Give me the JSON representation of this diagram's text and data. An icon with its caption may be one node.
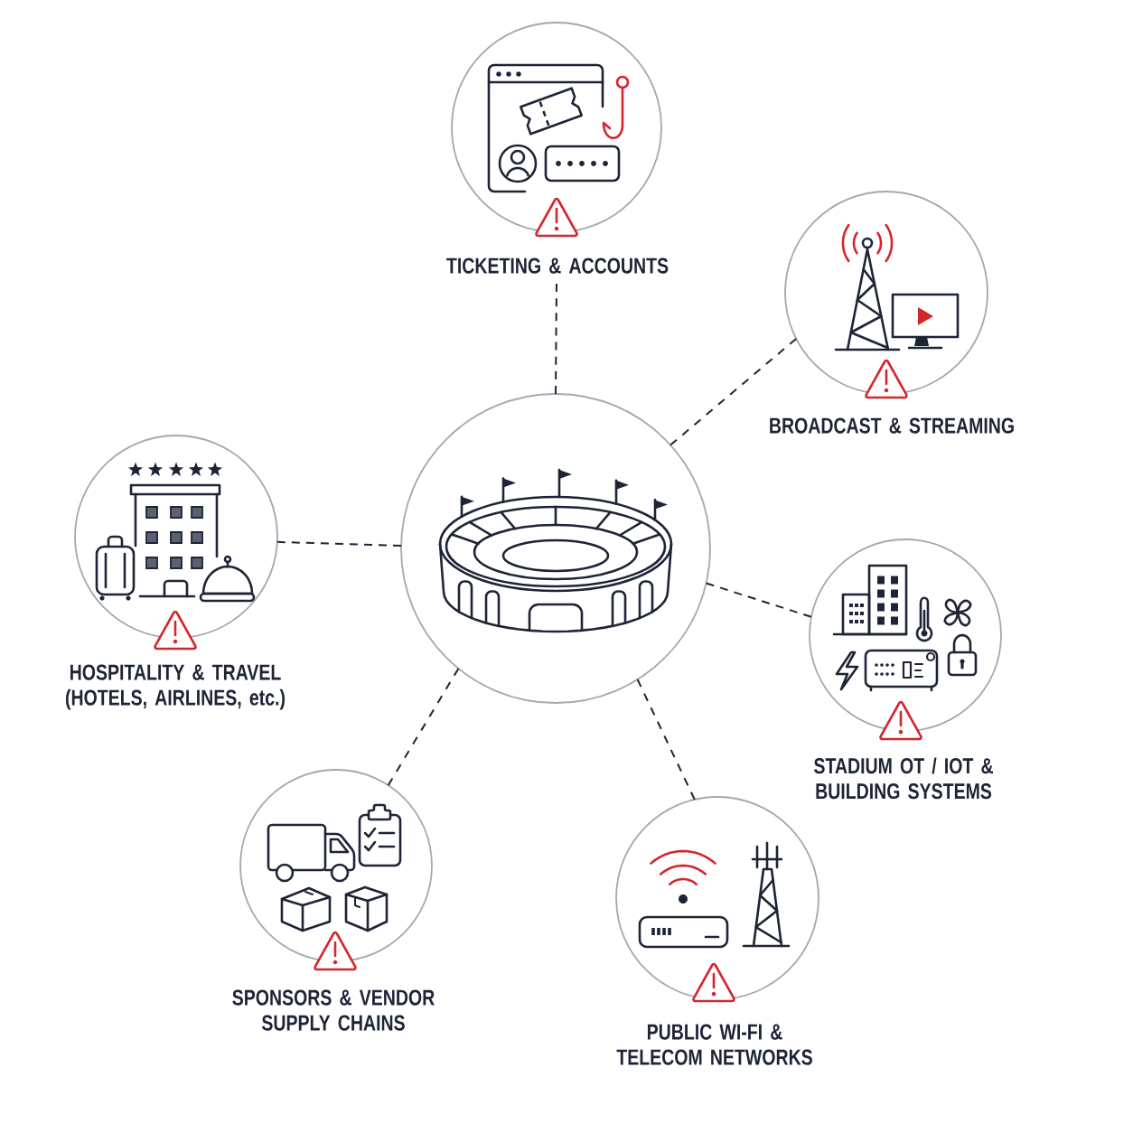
{
  "diagram": {
    "nodes": [
      {
        "text": [],
        "shape": "circle"
      },
      {
        "text": [
          "TICKETING & ACCOUNTS"
        ]
      },
      {
        "text": [
          "BROADCAST & STREAMING"
        ]
      },
      {
        "text": [
          "STADIUM OT / IOT & BUILDING SYSTEMS"
        ]
      },
      {
        "text": [
          "PUBLIC WI-FI & TELECOM NETWORKS"
        ]
      },
      {
        "text": [
          "SPONSORS & VENDOR SUPPLY CHAINS"
        ]
      },
      {
        "text": [
          "HOSPITALITY & TRAVEL (HOTELS, AIRLINES, etc.)"
        ]
      }
    ],
    "edges": [
      {
        "from": 0,
        "to": 1,
        "arrow": "none",
        "style": "dashed"
      },
      {
        "from": 0,
        "to": 2,
        "arrow": "none",
        "style": "dashed"
      },
      {
        "from": 0,
        "to": 3,
        "arrow": "none",
        "style": "dashed"
      },
      {
        "from": 0,
        "to": 4,
        "arrow": "none",
        "style": "dashed"
      },
      {
        "from": 0,
        "to": 5,
        "arrow": "none",
        "style": "dashed"
      },
      {
        "from": 0,
        "to": 6,
        "arrow": "none",
        "style": "dashed"
      }
    ]
  }
}
